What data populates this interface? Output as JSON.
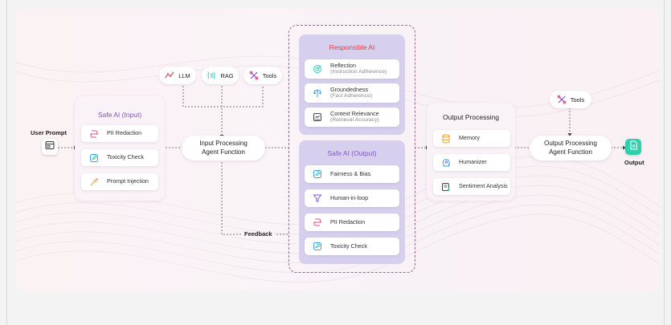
{
  "input_section": {
    "user_prompt_label": "User Prompt",
    "safe_ai_input": {
      "title": "Safe AI (Input)",
      "items": [
        {
          "label": "PII Redaction",
          "icon": "pii-redaction-icon"
        },
        {
          "label": "Toxicity Check",
          "icon": "toxicity-check-icon"
        },
        {
          "label": "Prompt Injection",
          "icon": "prompt-injection-icon"
        }
      ]
    }
  },
  "tools_top": {
    "llm": "LLM",
    "rag": "RAG",
    "tools": "Tools"
  },
  "input_agent": {
    "line1": "Input Processing",
    "line2": "Agent Function"
  },
  "feedback_label": "Feedback",
  "responsible_ai": {
    "title": "Responsible AI",
    "items": [
      {
        "label": "Reflection",
        "sub": "(Instruction Adherence)",
        "icon": "reflection-icon"
      },
      {
        "label": "Groundedness",
        "sub": "(Fact Adherence)",
        "icon": "scale-icon"
      },
      {
        "label": "Context Relevance",
        "sub": "(Retrieval Accuracy)",
        "icon": "context-relevance-icon"
      }
    ]
  },
  "safe_ai_output": {
    "title": "Safe AI (Output)",
    "items": [
      {
        "label": "Fairness & Bias",
        "icon": "fairness-icon"
      },
      {
        "label": "Human-in-loop",
        "icon": "funnel-icon"
      },
      {
        "label": "PII Redaction",
        "icon": "pii-redaction-icon"
      },
      {
        "label": "Toxicity Check",
        "icon": "toxicity-check-icon"
      }
    ]
  },
  "output_processing": {
    "title": "Output Processing",
    "items": [
      {
        "label": "Memory",
        "icon": "memory-icon"
      },
      {
        "label": "Humanizer",
        "icon": "humanizer-icon"
      },
      {
        "label": "Sentiment Analysis",
        "icon": "sentiment-icon"
      }
    ]
  },
  "output_tools_label": "Tools",
  "output_agent": {
    "line1": "Output Processing",
    "line2": "Agent Function"
  },
  "output_label": "Output",
  "colors": {
    "purple_title": "#8454c8",
    "red_title": "#e0404a",
    "accent_teal": "#2fd0b0",
    "icon_blue": "#3aa0e0",
    "icon_orange": "#f0a030",
    "icon_pink": "#e0508a"
  }
}
